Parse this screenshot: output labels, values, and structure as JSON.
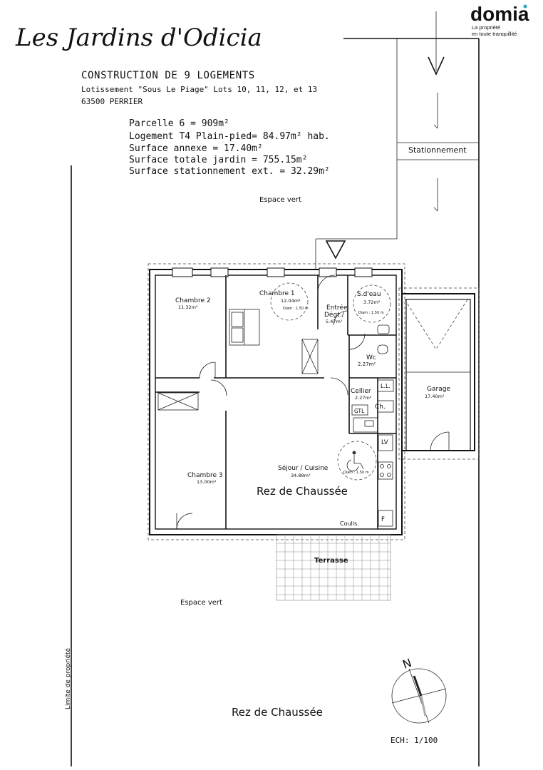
{
  "title": "Les Jardins d'Odicia",
  "brand": {
    "logo_text": "domia",
    "tagline_line1": "La propriété",
    "tagline_line2": "en toute tranquillité",
    "color": "#c0334f",
    "dot_color": "#2ba6b8"
  },
  "project": {
    "heading": "CONSTRUCTION DE 9 LOGEMENTS",
    "lots": "Lotissement \"Sous Le Piage\" Lots 10, 11, 12, et 13",
    "city": "63500 PERRIER"
  },
  "stats": {
    "parcelle": "Parcelle 6 = 909m²",
    "logement": "Logement  T4 Plain-pied= 84.97m² hab.",
    "annexe": "Surface annexe = 17.40m²",
    "jardin": "Surface totale jardin = 755.15m²",
    "stationnement": "Surface stationnement ext. = 32.29m²"
  },
  "labels": {
    "stationnement": "Stationnement",
    "espace_vert_top": "Espace vert",
    "espace_vert_bottom": "Espace vert",
    "terrasse": "Terrasse",
    "rdc_main": "Rez de Chaussée",
    "rdc_footer": "Rez de Chaussée",
    "limite": "Limite de propriété",
    "echelle": "ECH: 1/100",
    "north": "N",
    "coulis": "Coulis."
  },
  "rooms": {
    "chambre2": {
      "name": "Chambre 2",
      "area": "11.32m²"
    },
    "chambre1": {
      "name": "Chambre 1",
      "area": "12.04m²",
      "diam": "Diam : 1.50 m"
    },
    "entree": {
      "name1": "Entrée",
      "name2": "Dégt./",
      "area": "5.47m²"
    },
    "sdeau": {
      "name": "S.d'eau",
      "area": "3.72m²",
      "diam": "Diam : 1.50 m"
    },
    "wc": {
      "name": "Wc",
      "area": "2.27m²"
    },
    "cellier": {
      "name": "Cellier",
      "area": "2.27m²"
    },
    "sejour": {
      "name": "Séjour / Cuisine",
      "area": "34.88m²",
      "diam": "Diam : 1.50 m"
    },
    "chambre3": {
      "name": "Chambre 3",
      "area": "13.00m²"
    },
    "garage": {
      "name": "Garage",
      "area": "17.40m²"
    }
  },
  "fixtures": {
    "ll": "L.L.",
    "ch": "Ch.",
    "gtl": "GTL",
    "lv": "LV",
    "f": "F"
  }
}
